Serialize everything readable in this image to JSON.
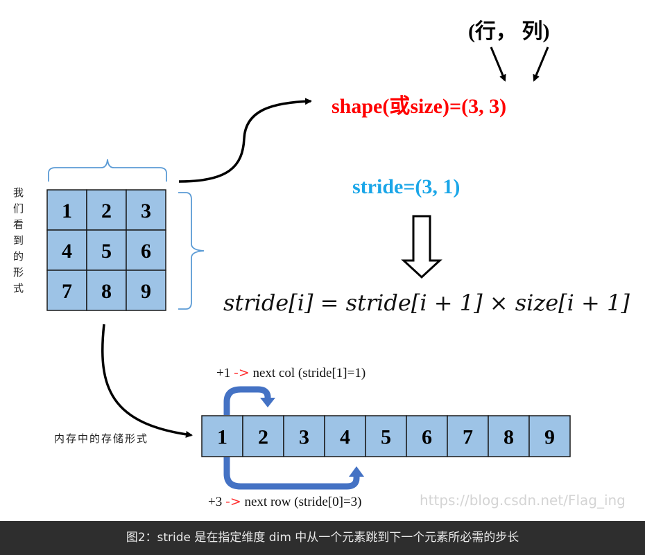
{
  "grid": {
    "cells": [
      "1",
      "2",
      "3",
      "4",
      "5",
      "6",
      "7",
      "8",
      "9"
    ],
    "fill": "#9dc3e6",
    "vertical_label": "我们看到的形式"
  },
  "memory": {
    "cells": [
      "1",
      "2",
      "3",
      "4",
      "5",
      "6",
      "7",
      "8",
      "9"
    ],
    "label": "内存中的存储形式"
  },
  "header": {
    "row_col": "(行， 列)",
    "shape": "shape(或size)=(3, 3)",
    "stride": "stride=(3, 1)",
    "formula": "stride[i] = stride[i + 1] × size[i + 1]"
  },
  "notes": {
    "top_prefix": "+1",
    "top_arrow": "->",
    "top_text": "next col (stride[1]=1)",
    "bottom_prefix": "+3",
    "bottom_arrow": "->",
    "bottom_text": "next row (stride[0]=3)"
  },
  "watermark": "https://blog.csdn.net/Flag_ing",
  "caption": "图2：stride 是在指定维度 dim 中从一个元素跳到下一个元素所必需的步长",
  "colors": {
    "shape": "#ff0000",
    "stride": "#1aa6e8",
    "cell_fill": "#9dc3e6",
    "jump_arrow": "#4472c4",
    "brace": "#5b9bd5"
  }
}
